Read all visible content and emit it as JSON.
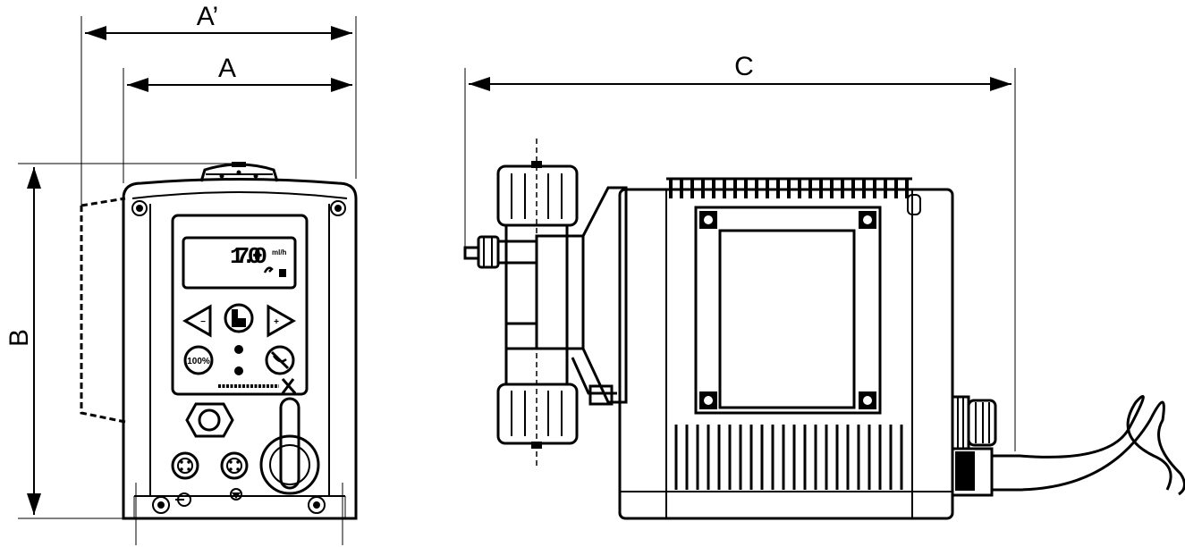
{
  "dimensions": {
    "a_prime": "A’",
    "a": "A",
    "b": "B",
    "c": "C"
  },
  "display": {
    "reading": "17.00",
    "unit": "ml/h"
  },
  "buttons": {
    "hundred_percent": "100%",
    "left_symbol": "−",
    "right_symbol": "+"
  },
  "icons": [
    "arrow-left-icon",
    "arrow-right-icon",
    "stop-icon",
    "manual-icon",
    "drop-icon",
    "grundfos-logo"
  ]
}
